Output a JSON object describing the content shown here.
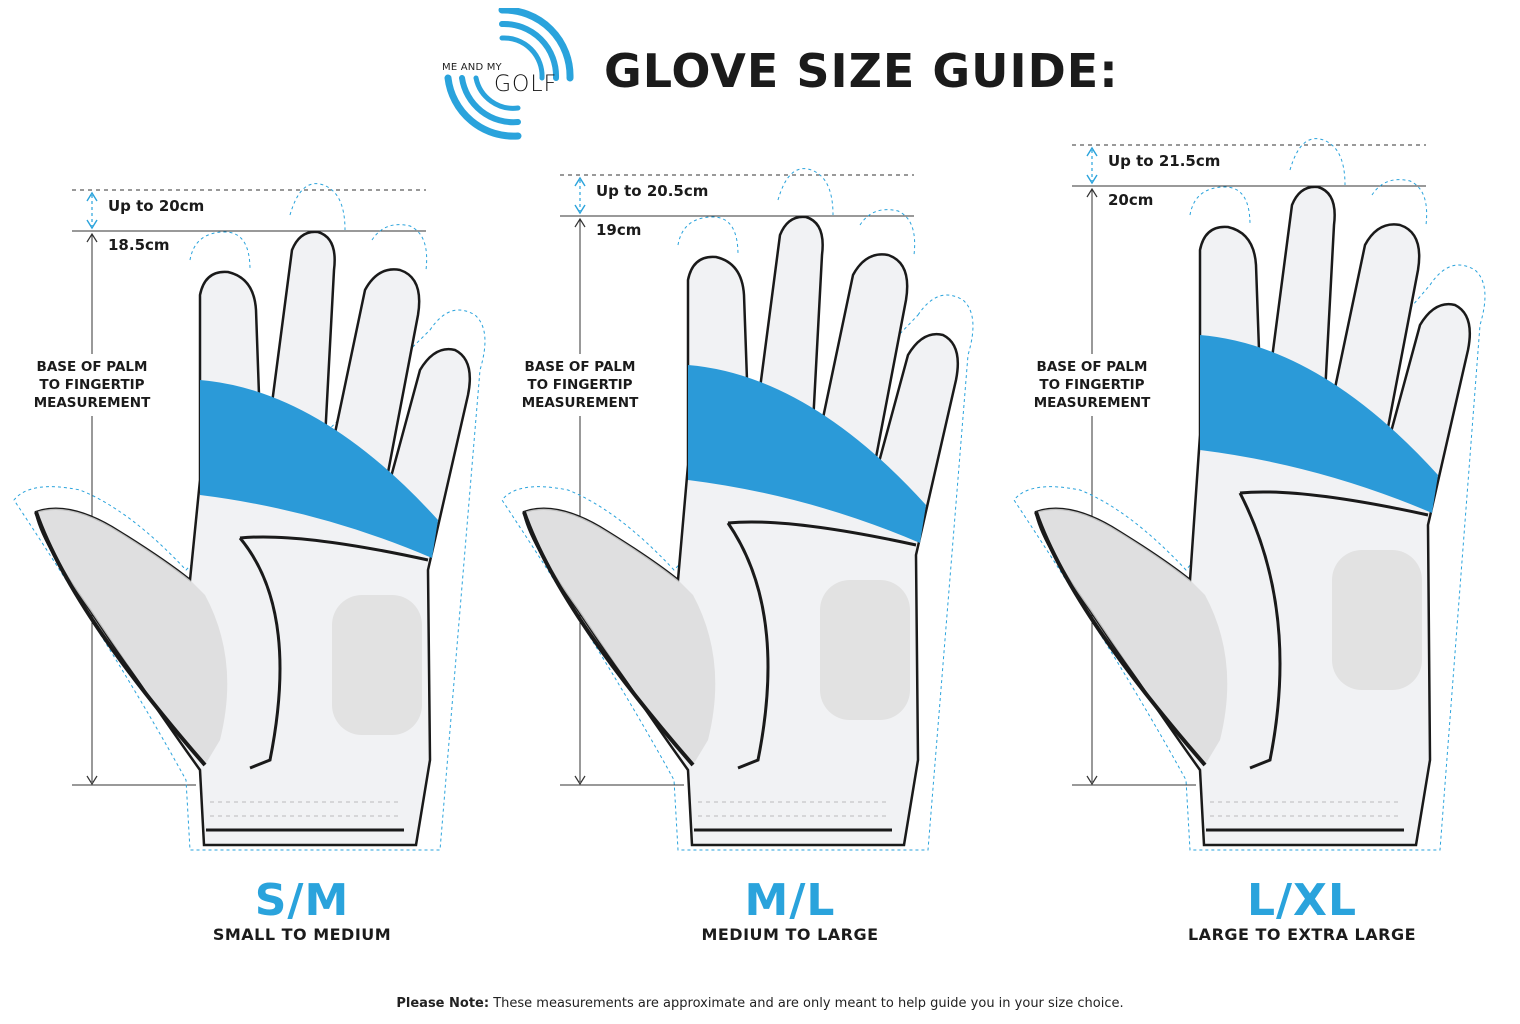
{
  "header": {
    "logo_line1": "ME AND MY",
    "logo_line2": "GOLF",
    "title": "GLOVE SIZE GUIDE:"
  },
  "measurement_label": {
    "line1": "BASE OF PALM",
    "line2": "TO FINGERTIP",
    "line3": "MEASUREMENT"
  },
  "sizes": [
    {
      "code": "S/M",
      "name": "SMALL TO MEDIUM",
      "upper": "Up to 20cm",
      "lower": "18.5cm"
    },
    {
      "code": "M/L",
      "name": "MEDIUM TO LARGE",
      "upper": "Up to 20.5cm",
      "lower": "19cm"
    },
    {
      "code": "L/XL",
      "name": "LARGE TO EXTRA LARGE",
      "upper": "Up to 21.5cm",
      "lower": "20cm"
    }
  ],
  "note": {
    "prefix": "Please Note:",
    "text": " These measurements are approximate and are only meant to help guide you in your size choice."
  },
  "colors": {
    "accent": "#2aa3dc",
    "glove_blue": "#2b9ad8",
    "glove_white": "#f1f2f4",
    "glove_grey": "#dcdcdc",
    "outline": "#1a1a1a"
  }
}
